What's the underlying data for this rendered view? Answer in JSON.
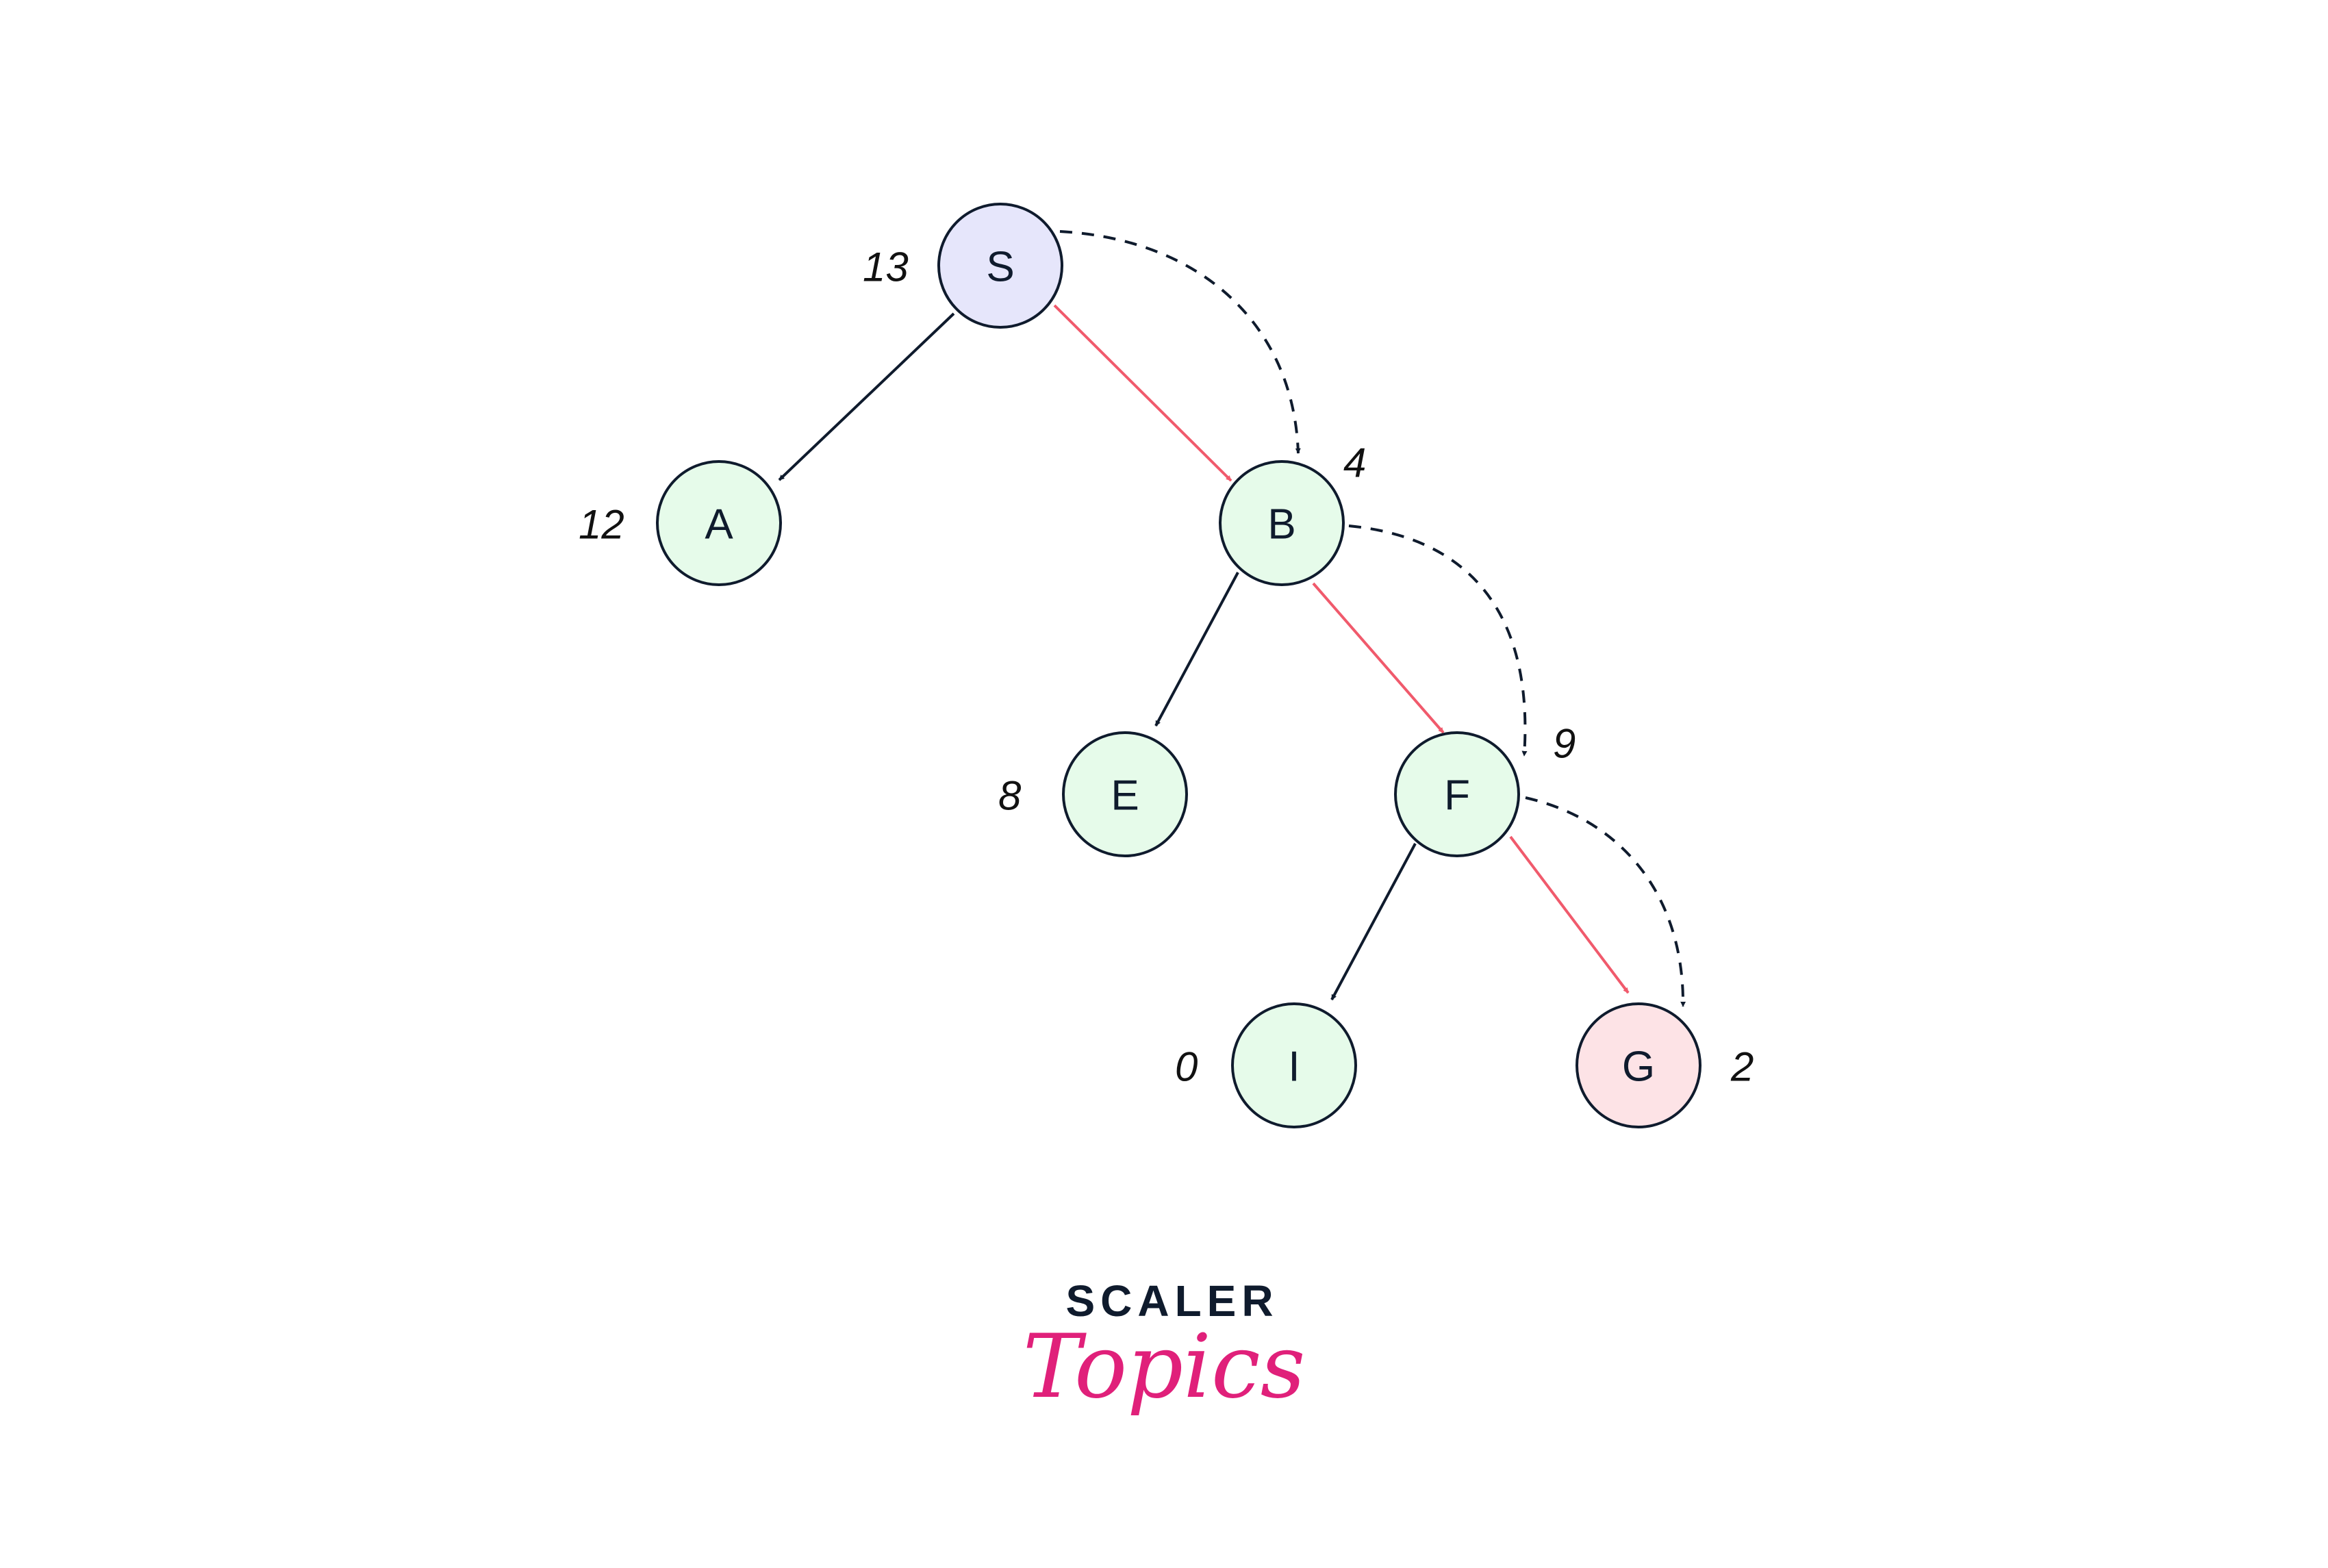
{
  "nodes": [
    {
      "id": "S",
      "label": "S",
      "heuristic": "13",
      "fill": "#e6e6fb"
    },
    {
      "id": "A",
      "label": "A",
      "heuristic": "12",
      "fill": "#e6fbea"
    },
    {
      "id": "B",
      "label": "B",
      "heuristic": "4",
      "fill": "#e6fbea"
    },
    {
      "id": "E",
      "label": "E",
      "heuristic": "8",
      "fill": "#e6fbea"
    },
    {
      "id": "F",
      "label": "F",
      "heuristic": "9",
      "fill": "#e6fbea"
    },
    {
      "id": "I",
      "label": "I",
      "heuristic": "0",
      "fill": "#e6fbea"
    },
    {
      "id": "G",
      "label": "G",
      "heuristic": "2",
      "fill": "#fde3e6"
    }
  ],
  "edges": [
    {
      "from": "S",
      "to": "A",
      "style": "solid",
      "color": "#0f1b2d"
    },
    {
      "from": "S",
      "to": "B",
      "style": "solid",
      "color": "#f05a6c"
    },
    {
      "from": "B",
      "to": "E",
      "style": "solid",
      "color": "#0f1b2d"
    },
    {
      "from": "B",
      "to": "F",
      "style": "solid",
      "color": "#f05a6c"
    },
    {
      "from": "F",
      "to": "I",
      "style": "solid",
      "color": "#0f1b2d"
    },
    {
      "from": "F",
      "to": "G",
      "style": "solid",
      "color": "#f05a6c"
    },
    {
      "from": "S",
      "to": "B",
      "style": "dashed",
      "color": "#0f1b2d"
    },
    {
      "from": "B",
      "to": "F",
      "style": "dashed",
      "color": "#0f1b2d"
    },
    {
      "from": "F",
      "to": "G",
      "style": "dashed",
      "color": "#0f1b2d"
    }
  ],
  "logo": {
    "top": "SCALER",
    "bottom": "Topics"
  }
}
